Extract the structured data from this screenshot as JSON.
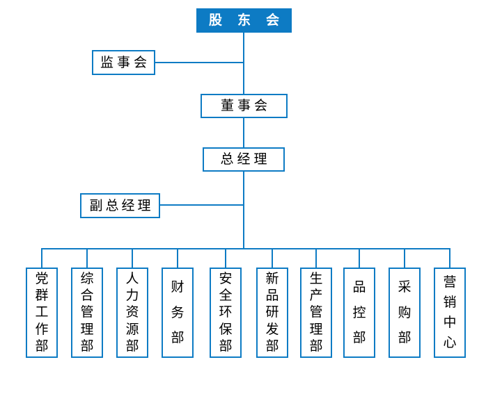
{
  "org_chart": {
    "colors": {
      "accent": "#0d7bc4",
      "root_text": "#ffffff",
      "text": "#000000",
      "background": "#ffffff"
    },
    "nodes": {
      "shareholders": {
        "label": "股东会"
      },
      "supervisory_board": {
        "label": "监事会"
      },
      "board_of_directors": {
        "label": "董事会"
      },
      "general_manager": {
        "label": "总经理"
      },
      "deputy_general_manager": {
        "label": "副总经理"
      }
    },
    "departments": [
      {
        "label": "党群工作部"
      },
      {
        "label": "综合管理部"
      },
      {
        "label": "人力资源部"
      },
      {
        "label": "财务部"
      },
      {
        "label": "安全环保部"
      },
      {
        "label": "新品研发部"
      },
      {
        "label": "生产管理部"
      },
      {
        "label": "品控部"
      },
      {
        "label": "采购部"
      },
      {
        "label": "营销中心"
      }
    ]
  }
}
